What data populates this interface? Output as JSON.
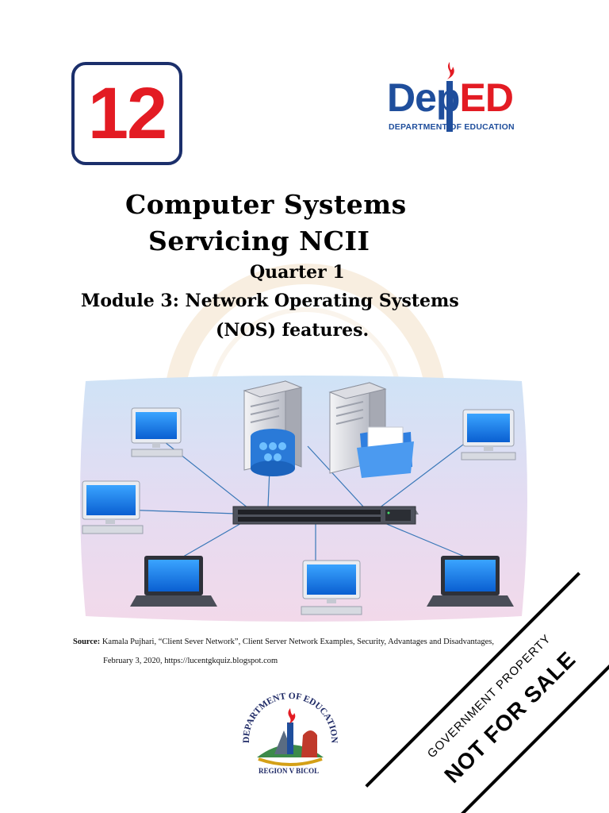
{
  "grade": "12",
  "logo": {
    "word_dep": "Dep",
    "word_ed": "ED",
    "subtitle": "DEPARTMENT OF EDUCATION",
    "brand_blue": "#1f4e9c",
    "brand_red": "#e31b23"
  },
  "title": {
    "line1": "Computer Systems",
    "line2": "Servicing NCII",
    "quarter": "Quarter 1",
    "module_line1": "Module 3: Network Operating Systems",
    "module_line2": "(NOS) features."
  },
  "source": {
    "label": "Source:",
    "text": " Kamala Pujhari, “Client Sever Network”, Client Server Network Examples, Security, Advantages and Disadvantages,",
    "line2": "February 3, 2020, https://lucentgkquiz.blogspot.com"
  },
  "regional_seal": {
    "arc_text": "DEPARTMENT OF EDUCATION",
    "region": "REGION V BICOL"
  },
  "banner": {
    "line1": "GOVERNMENT PROPERTY",
    "line2": "NOT FOR SALE"
  },
  "illustration": {
    "icons": [
      "desktop-computer-icon",
      "desktop-computer-icon",
      "laptop-icon",
      "desktop-computer-icon",
      "laptop-icon",
      "desktop-computer-icon",
      "server-tower-icon",
      "server-tower-icon",
      "database-users-icon",
      "folder-icon",
      "network-switch-icon"
    ]
  }
}
